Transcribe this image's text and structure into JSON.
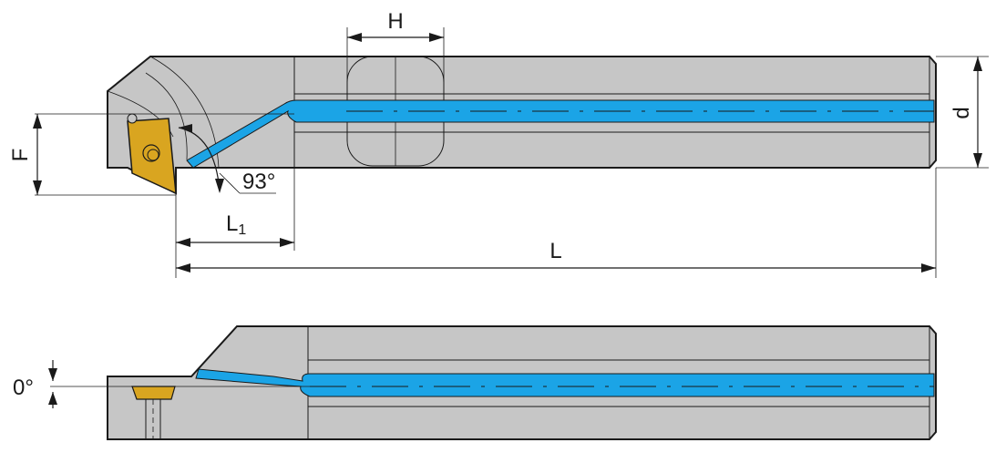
{
  "labels": {
    "H": "H",
    "d": "d",
    "F": "F",
    "angle": "93°",
    "L1_main": "L",
    "L1_sub": "1",
    "L": "L",
    "zero_angle": "0°"
  },
  "colors": {
    "body": "#c6c6c6",
    "coolant": "#1ba4e6",
    "insert": "#d9a520",
    "outline": "#1a1a1a"
  }
}
